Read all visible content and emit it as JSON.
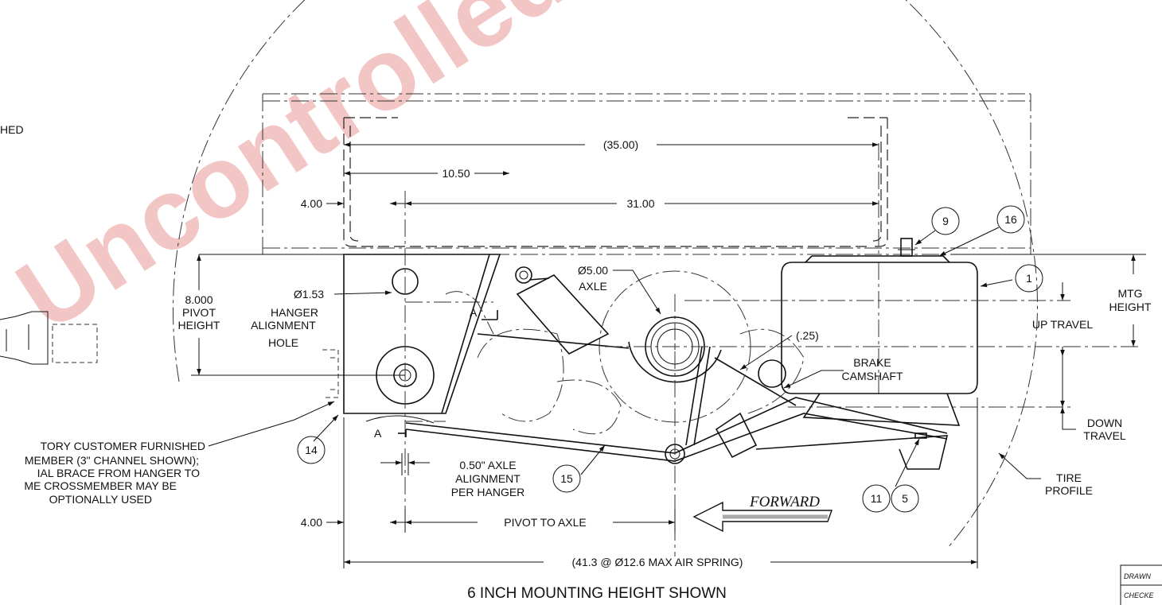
{
  "watermark": "Uncontrolled",
  "labels": {
    "hed": "HED",
    "dim_35": "(35.00)",
    "dim_1050": "10.50",
    "dim_400_top": "4.00",
    "dim_3100": "31.00",
    "pivot_height_value": "8.000",
    "pivot_height_l1": "PIVOT",
    "pivot_height_l2": "HEIGHT",
    "hole_dia": "Ø1.53",
    "hole_l1": "HANGER",
    "hole_l2": "ALIGNMENT",
    "hole_l3": "HOLE",
    "axle_dia": "Ø5.00",
    "axle_label": "AXLE",
    "section_a_top": "A",
    "section_a_bottom": "A",
    "clearance": "(.25)",
    "brake_l1": "BRAKE",
    "brake_l2": "CAMSHAFT",
    "mtg_l1": "MTG",
    "mtg_l2": "HEIGHT",
    "up_travel": "UP TRAVEL",
    "down_l1": "DOWN",
    "down_l2": "TRAVEL",
    "tire_l1": "TIRE",
    "tire_l2": "PROFILE",
    "note_l1": "TORY CUSTOMER FURNISHED",
    "note_l2": "MEMBER (3\" CHANNEL SHOWN);",
    "note_l3": "IAL BRACE FROM HANGER TO",
    "note_l4": "ME CROSSMEMBER MAY BE",
    "note_l5": "OPTIONALLY USED",
    "axle_align_l1": "0.50\" AXLE",
    "axle_align_l2": "ALIGNMENT",
    "axle_align_l3": "PER HANGER",
    "dim_400_bottom": "4.00",
    "pivot_to_axle": "PIVOT TO AXLE",
    "overall": "(41.3 @ Ø12.6 MAX AIR SPRING)",
    "forward": "FORWARD",
    "title": "6 INCH MOUNTING HEIGHT SHOWN"
  },
  "balloons": [
    "9",
    "16",
    "1",
    "14",
    "15",
    "11",
    "5"
  ],
  "title_block": {
    "drawn": "DRAWN",
    "checked": "CHECKE"
  }
}
